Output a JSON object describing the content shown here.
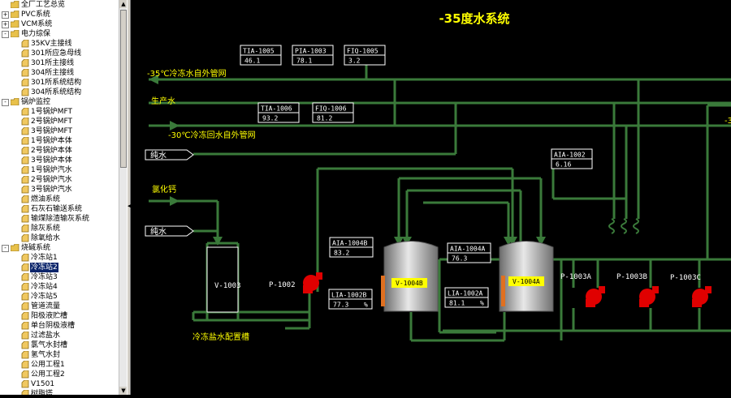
{
  "tree": {
    "items": [
      {
        "label": "全厂工艺总览",
        "level": 0,
        "kind": "folder",
        "expander": ""
      },
      {
        "label": "PVC系统",
        "level": 0,
        "kind": "folder",
        "expander": "+"
      },
      {
        "label": "VCM系统",
        "level": 0,
        "kind": "folder",
        "expander": "+"
      },
      {
        "label": "电力综保",
        "level": 0,
        "kind": "folder",
        "expander": "-"
      },
      {
        "label": "35KV主接线",
        "level": 1,
        "kind": "doc"
      },
      {
        "label": "301所应急母线",
        "level": 1,
        "kind": "doc"
      },
      {
        "label": "301所主接线",
        "level": 1,
        "kind": "doc"
      },
      {
        "label": "304所主接线",
        "level": 1,
        "kind": "doc"
      },
      {
        "label": "301所系统结构",
        "level": 1,
        "kind": "doc"
      },
      {
        "label": "304所系统结构",
        "level": 1,
        "kind": "doc"
      },
      {
        "label": "锅炉监控",
        "level": 0,
        "kind": "folder",
        "expander": "-"
      },
      {
        "label": "1号锅炉MFT",
        "level": 1,
        "kind": "doc"
      },
      {
        "label": "2号锅炉MFT",
        "level": 1,
        "kind": "doc"
      },
      {
        "label": "3号锅炉MFT",
        "level": 1,
        "kind": "doc"
      },
      {
        "label": "1号锅炉本体",
        "level": 1,
        "kind": "doc"
      },
      {
        "label": "2号锅炉本体",
        "level": 1,
        "kind": "doc"
      },
      {
        "label": "3号锅炉本体",
        "level": 1,
        "kind": "doc"
      },
      {
        "label": "1号锅炉汽水",
        "level": 1,
        "kind": "doc"
      },
      {
        "label": "2号锅炉汽水",
        "level": 1,
        "kind": "doc"
      },
      {
        "label": "3号锅炉汽水",
        "level": 1,
        "kind": "doc"
      },
      {
        "label": "燃油系统",
        "level": 1,
        "kind": "doc"
      },
      {
        "label": "石灰石输送系统",
        "level": 1,
        "kind": "doc"
      },
      {
        "label": "输煤除渣输灰系统",
        "level": 1,
        "kind": "doc"
      },
      {
        "label": "除灰系统",
        "level": 1,
        "kind": "doc"
      },
      {
        "label": "除氧给水",
        "level": 1,
        "kind": "doc"
      },
      {
        "label": "烧碱系统",
        "level": 0,
        "kind": "folder",
        "expander": "-"
      },
      {
        "label": "冷冻站1",
        "level": 1,
        "kind": "doc"
      },
      {
        "label": "冷冻站2",
        "level": 1,
        "kind": "doc",
        "selected": true
      },
      {
        "label": "冷冻站3",
        "level": 1,
        "kind": "doc"
      },
      {
        "label": "冷冻站4",
        "level": 1,
        "kind": "doc"
      },
      {
        "label": "冷冻站5",
        "level": 1,
        "kind": "doc"
      },
      {
        "label": "管道流量",
        "level": 1,
        "kind": "doc"
      },
      {
        "label": "阳极液贮槽",
        "level": 1,
        "kind": "doc"
      },
      {
        "label": "单台阴极液槽",
        "level": 1,
        "kind": "doc"
      },
      {
        "label": "过滤盐水",
        "level": 1,
        "kind": "doc"
      },
      {
        "label": "氯气水封槽",
        "level": 1,
        "kind": "doc"
      },
      {
        "label": "氢气水封",
        "level": 1,
        "kind": "doc"
      },
      {
        "label": "公用工程1",
        "level": 1,
        "kind": "doc"
      },
      {
        "label": "公用工程2",
        "level": 1,
        "kind": "doc"
      },
      {
        "label": "V1501",
        "level": 1,
        "kind": "doc"
      },
      {
        "label": "树脂塔",
        "level": 1,
        "kind": "doc"
      }
    ]
  },
  "scrollbar": {
    "up_arrow": "▲",
    "down_arrow": "▼"
  },
  "splitter": {
    "arrow": "◀"
  },
  "diagram": {
    "title": "-35度水系统",
    "colors": {
      "pipe": "#3a7a3a",
      "text_yellow": "#ffff00",
      "text_white": "#ffffff",
      "pump": "#e00000",
      "tank_label_bg": "#ffff00"
    },
    "labels": {
      "supply_35": "-35℃冷冻水自外管网",
      "production_water": "生产水",
      "return_30": "-30℃冷冻回水自外管网",
      "pure_water_1": "纯水",
      "calcium_chloride": "氯化钙",
      "pure_water_2": "纯水",
      "brine_tank": "冷冻盐水配置槽",
      "right_partial": "-3"
    },
    "instruments": [
      {
        "tag": "TIA-1005",
        "value": "46.1",
        "unit": ""
      },
      {
        "tag": "PIA-1003",
        "value": "78.1",
        "unit": ""
      },
      {
        "tag": "FIQ-1005",
        "value": "3.2",
        "unit": ""
      },
      {
        "tag": "TIA-1006",
        "value": "93.2",
        "unit": ""
      },
      {
        "tag": "FIQ-1006",
        "value": "81.2",
        "unit": ""
      },
      {
        "tag": "AIA-1002",
        "value": "6.16",
        "unit": ""
      },
      {
        "tag": "AIA-1004B",
        "value": "83.2",
        "unit": ""
      },
      {
        "tag": "AIA-1004A",
        "value": "76.3",
        "unit": ""
      },
      {
        "tag": "LIA-1002B",
        "value": "77.3",
        "unit": "%"
      },
      {
        "tag": "LIA-1002A",
        "value": "81.1",
        "unit": "%"
      }
    ],
    "equipment": {
      "v1003": "V-1003",
      "v1004b": "V-1004B",
      "v1004a": "V-1004A",
      "p1002": "P-1002",
      "p1003a": "P-1003A",
      "p1003b": "P-1003B",
      "p1003c": "P-1003C"
    }
  }
}
